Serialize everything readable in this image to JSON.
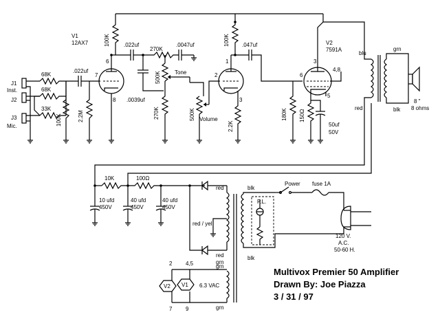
{
  "title": {
    "line1": "Multivox Premier 50 Amplifier",
    "line2": "Drawn By: Joe Piazza",
    "line3": "3 / 31 / 97"
  },
  "inputs": {
    "j1": "J1",
    "inst": "Inst.",
    "j2": "J2",
    "j3": "J3",
    "mic": "Mic."
  },
  "tubes": {
    "v1_name": "V1",
    "v1_type": "12AX7",
    "v2_name": "V2",
    "v2_type": "7591A",
    "v1_pin6": "6",
    "v1_pin7": "7",
    "v1_pin8": "8",
    "v1_pin2": "2",
    "v1_pin1": "1",
    "v1_pin3": "3",
    "v2_pin3": "3",
    "v2_pin48": "4,8",
    "v2_pin6": "6",
    "v2_pin5": "5"
  },
  "parts": {
    "r68k_a": "68K",
    "r68k_b": "68K",
    "r33k": "33K",
    "r100k_in": "100K",
    "r2m2": "2.2M",
    "c022_in": ".022uf",
    "r100k_p1": "100K",
    "c022_cpl": ".022uf",
    "r270k_ts": "270K",
    "c0047": ".0047uf",
    "r500k_tone": "500K",
    "tone_label": "Tone",
    "c0039": ".0039uf",
    "r270k_b": "270K",
    "r500k_vol": "500K",
    "volume_label": "Volume",
    "r100k_p2": "100K",
    "c047": ".047uf",
    "r2k2": "2.2K",
    "r180k": "180K",
    "r150": "150Ω",
    "c50uf": "50uf",
    "c50v": "50V"
  },
  "output": {
    "blu": "blu",
    "red": "red",
    "grn": "grn",
    "blk": "blk",
    "speaker_size": "8 \"",
    "speaker_imp": "8 ohms"
  },
  "supply": {
    "r10k": "10K",
    "r100": "100Ω",
    "c1_val": "10 ufd",
    "c1_v": "450V",
    "c2_val": "40 ufd",
    "c2_v": "450V",
    "c3_val": "40 ufd",
    "c3_v": "450V",
    "red_top": "red",
    "red_yel": "red / yel",
    "red_bot": "red",
    "grn_bot": "grn",
    "blk_top": "blk",
    "blk_bot": "blk",
    "power": "Power",
    "fuse": "fuse 1A",
    "pl": "P.L.",
    "mains1": "120 V.",
    "mains2": "A.C.",
    "mains3": "50-60 H."
  },
  "heater": {
    "pin2": "2",
    "pin45": "4,5",
    "pin7": "7",
    "pin9": "9",
    "v2": "V2",
    "v1": "V1",
    "vac": "6.3 VAC",
    "grn_top": "grn",
    "grn_bot": "grn"
  }
}
